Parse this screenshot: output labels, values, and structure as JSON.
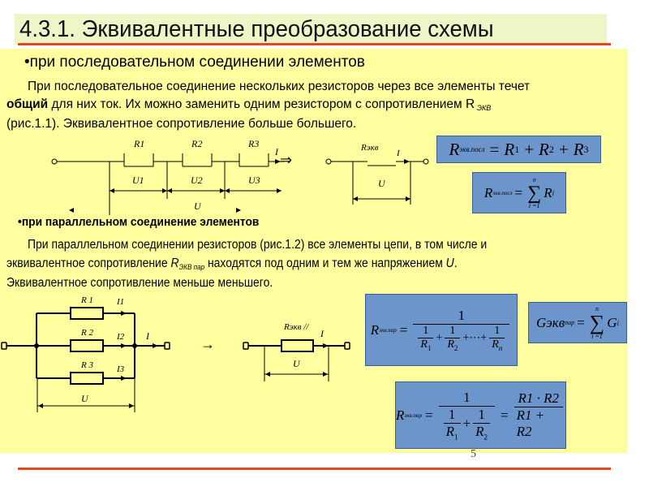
{
  "title": "4.3.1. Эквивалентные преобразование схемы",
  "series_section": {
    "bullet": "•при последовательном  соединении элементов",
    "para_line1": "При последовательное соединение нескольких резисторов через все элементы течет",
    "para_line2_bold": "общий",
    "para_line2_rest": " для них ток. Их можно заменить одним резистором с сопротивлением R",
    "para_line2_sub": " ЭКВ",
    "para_line3": "(рис.1.1). Эквивалентное сопротивление больше большего.",
    "diagram": {
      "resistors": [
        "R1",
        "R2",
        "R3"
      ],
      "voltages": [
        "U1",
        "U2",
        "U3"
      ],
      "total_voltage": "U",
      "current": "I",
      "arrow": "⇒",
      "equiv_resistor": "Rэкв",
      "equiv_current": "I",
      "equiv_voltage": "U"
    },
    "formula1": {
      "lhs": "R",
      "lhs_sub": "экв.посл",
      "eq": "=",
      "rhs": [
        "R",
        "1",
        "+",
        "R",
        "2",
        "+",
        "R",
        "3"
      ]
    },
    "formula2": {
      "lhs": "R",
      "lhs_sub": "экв.посл",
      "eq": "=",
      "sum_top": "n",
      "sum_bottom": "i =1",
      "term": "R",
      "term_sub": "i"
    }
  },
  "parallel_section": {
    "bullet": "•при параллельном соединение элементов",
    "para_line1": "При параллельном соединении резисторов (рис.1.2) все элементы цепи, в том числе и",
    "para_line2_pre": "эквивалентное сопротивление ",
    "para_line2_R": "R",
    "para_line2_sub": "ЭКВ пар",
    "para_line2_post": " находятся под одним и тем же напряжением ",
    "para_line2_U": "U",
    "para_line2_end": ".",
    "para_line3": "Эквивалентное сопротивление меньше меньшего.",
    "diagram": {
      "resistors": [
        "R 1",
        "R 2",
        "R 3"
      ],
      "currents": [
        "I1",
        "I2",
        "I3"
      ],
      "total_current": "I",
      "total_voltage": "U",
      "arrow": "→",
      "equiv_resistor": "Rэкв //",
      "equiv_current": "I",
      "equiv_voltage": "U"
    },
    "formula3": {
      "lhs": "R",
      "lhs_sub": "экв.пар",
      "num": "1",
      "den_terms": [
        "1/R1",
        "1/R2",
        "⋯",
        "1/Rn"
      ]
    },
    "formula4": {
      "lhs": "Gэкв",
      "lhs_sub": "пар",
      "sum_top": "n",
      "sum_bottom": "i =1",
      "term": "G",
      "term_sub": "i"
    },
    "formula5": {
      "lhs": "R",
      "lhs_sub": "экв.пар",
      "num": "1",
      "rhs_num": "R1 · R2",
      "rhs_den": "R1 + R2"
    }
  },
  "page_number": "5",
  "colors": {
    "background": "#ffff9f",
    "title_box": "#f0f5c8",
    "accent_line": "#e24a1c",
    "formula_box": "#6c95cc"
  }
}
